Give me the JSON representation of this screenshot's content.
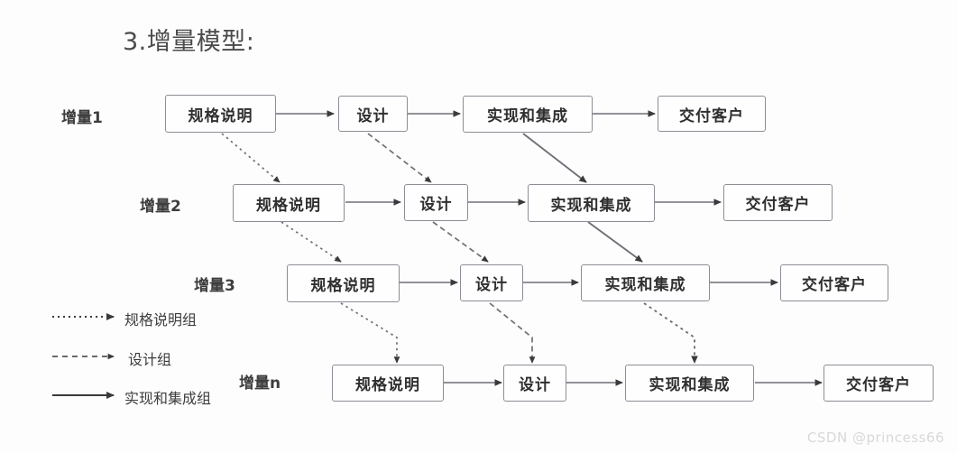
{
  "title": "3.增量模型:",
  "watermark": "CSDN @princess66",
  "colors": {
    "background": "#fdfdfd",
    "box_border": "#8d8d96",
    "line": "#6f6f78",
    "text": "#2f2f2f",
    "watermark": "#d8d8d8"
  },
  "stage_labels": {
    "specification": "规格说明",
    "design": "设计",
    "implementation": "实现和集成",
    "delivery": "交付客户"
  },
  "rows": [
    {
      "label": "增量1",
      "boxes": [
        {
          "name": "specification",
          "text": "规格说明"
        },
        {
          "name": "design",
          "text": "设计"
        },
        {
          "name": "implementation",
          "text": "实现和集成"
        },
        {
          "name": "delivery",
          "text": "交付客户"
        }
      ]
    },
    {
      "label": "增量2",
      "boxes": [
        {
          "name": "specification",
          "text": "规格说明"
        },
        {
          "name": "design",
          "text": "设计"
        },
        {
          "name": "implementation",
          "text": "实现和集成"
        },
        {
          "name": "delivery",
          "text": "交付客户"
        }
      ]
    },
    {
      "label": "增量3",
      "boxes": [
        {
          "name": "specification",
          "text": "规格说明"
        },
        {
          "name": "design",
          "text": "设计"
        },
        {
          "name": "implementation",
          "text": "实现和集成"
        },
        {
          "name": "delivery",
          "text": "交付客户"
        }
      ]
    },
    {
      "label": "增量n",
      "boxes": [
        {
          "name": "specification",
          "text": "规格说明"
        },
        {
          "name": "design",
          "text": "设计"
        },
        {
          "name": "implementation",
          "text": "实现和集成"
        },
        {
          "name": "delivery",
          "text": "交付客户"
        }
      ]
    }
  ],
  "legend": [
    {
      "style": "dotted",
      "label": "规格说明组"
    },
    {
      "style": "dashed",
      "label": "设计组"
    },
    {
      "style": "solid",
      "label": "实现和集成组"
    }
  ]
}
